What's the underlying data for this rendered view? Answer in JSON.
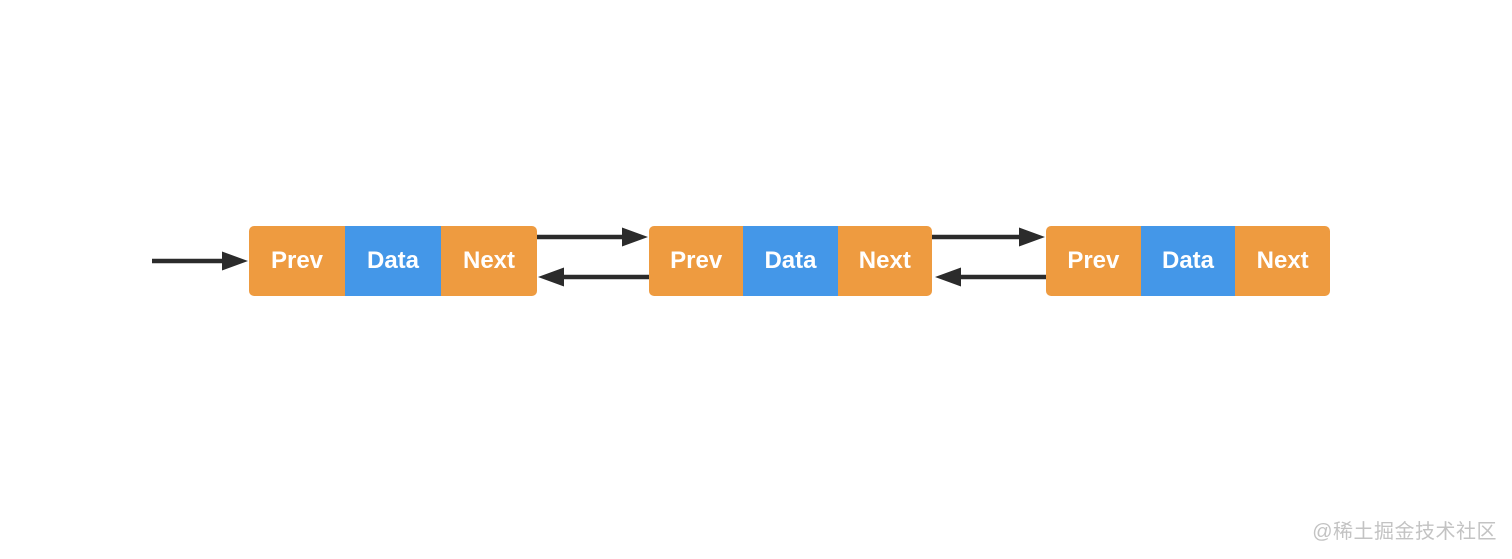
{
  "diagram": {
    "type": "doubly-linked-list",
    "nodes": [
      {
        "cells": [
          {
            "label": "Prev"
          },
          {
            "label": "Data"
          },
          {
            "label": "Next"
          }
        ]
      },
      {
        "cells": [
          {
            "label": "Prev"
          },
          {
            "label": "Data"
          },
          {
            "label": "Next"
          }
        ]
      },
      {
        "cells": [
          {
            "label": "Prev"
          },
          {
            "label": "Data"
          },
          {
            "label": "Next"
          }
        ]
      }
    ],
    "arrows": {
      "head": "head-arrow-right",
      "forward": [
        "next-arrow-node1-to-node2",
        "next-arrow-node2-to-node3"
      ],
      "backward": [
        "prev-arrow-node2-to-node1",
        "prev-arrow-node3-to-node2"
      ]
    }
  },
  "watermark": {
    "text": "@稀土掘金技术社区"
  },
  "colors": {
    "background": "#FFFFFF",
    "pointer-cell": "#EE9B40",
    "data-cell": "#4497E8",
    "cell-text": "#FFFFFF",
    "arrow": "#2B2B2B",
    "watermark": "#C3C3C3"
  }
}
